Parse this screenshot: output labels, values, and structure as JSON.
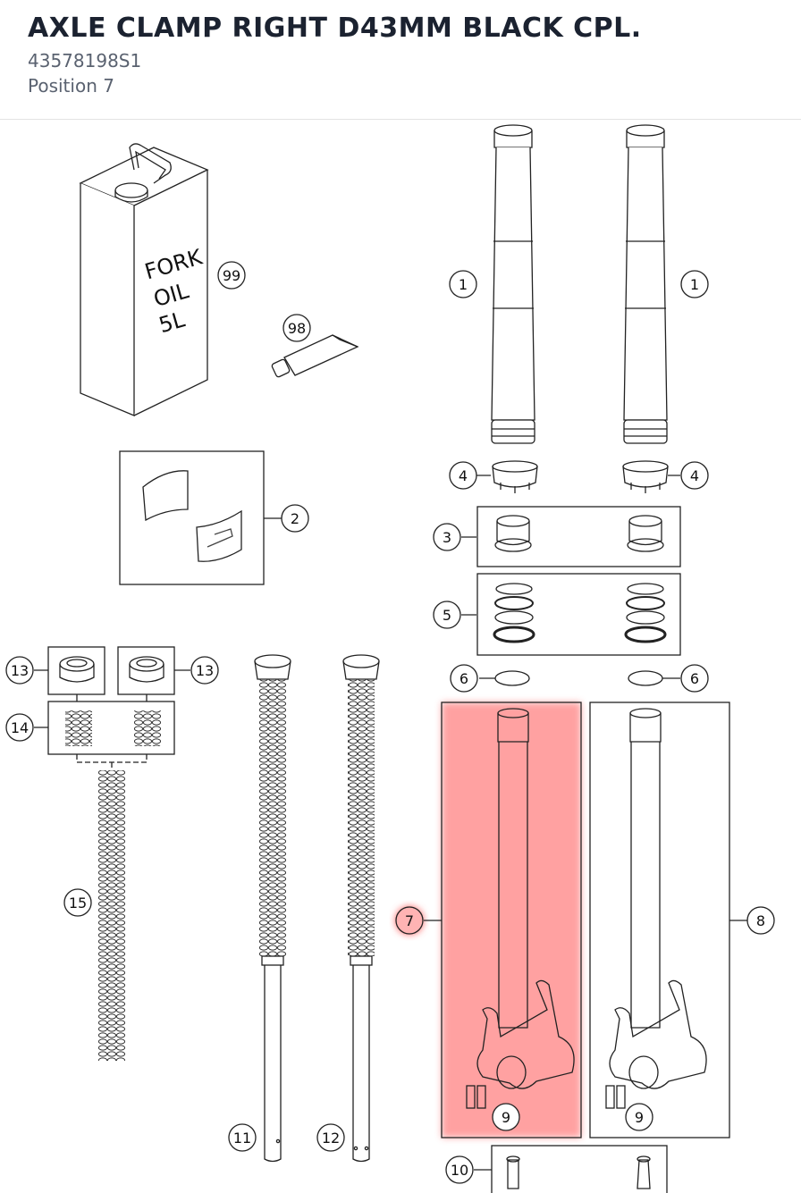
{
  "header": {
    "title": "AXLE CLAMP RIGHT D43MM BLACK CPL.",
    "part_number": "43578198S1",
    "position": "Position 7"
  },
  "diagram": {
    "oil_can": {
      "line1": "FORK",
      "line2": "OIL",
      "line3": "5L"
    },
    "callouts": {
      "c99": "99",
      "c98": "98",
      "c1a": "1",
      "c1b": "1",
      "c2": "2",
      "c3": "3",
      "c4a": "4",
      "c4b": "4",
      "c5": "5",
      "c6a": "6",
      "c6b": "6",
      "c7": "7",
      "c8": "8",
      "c9a": "9",
      "c9b": "9",
      "c10": "10",
      "c11": "11",
      "c12": "12",
      "c13a": "13",
      "c13b": "13",
      "c14": "14",
      "c15": "15"
    },
    "highlight_color": "#ff8a8a",
    "selected_position": "7"
  }
}
